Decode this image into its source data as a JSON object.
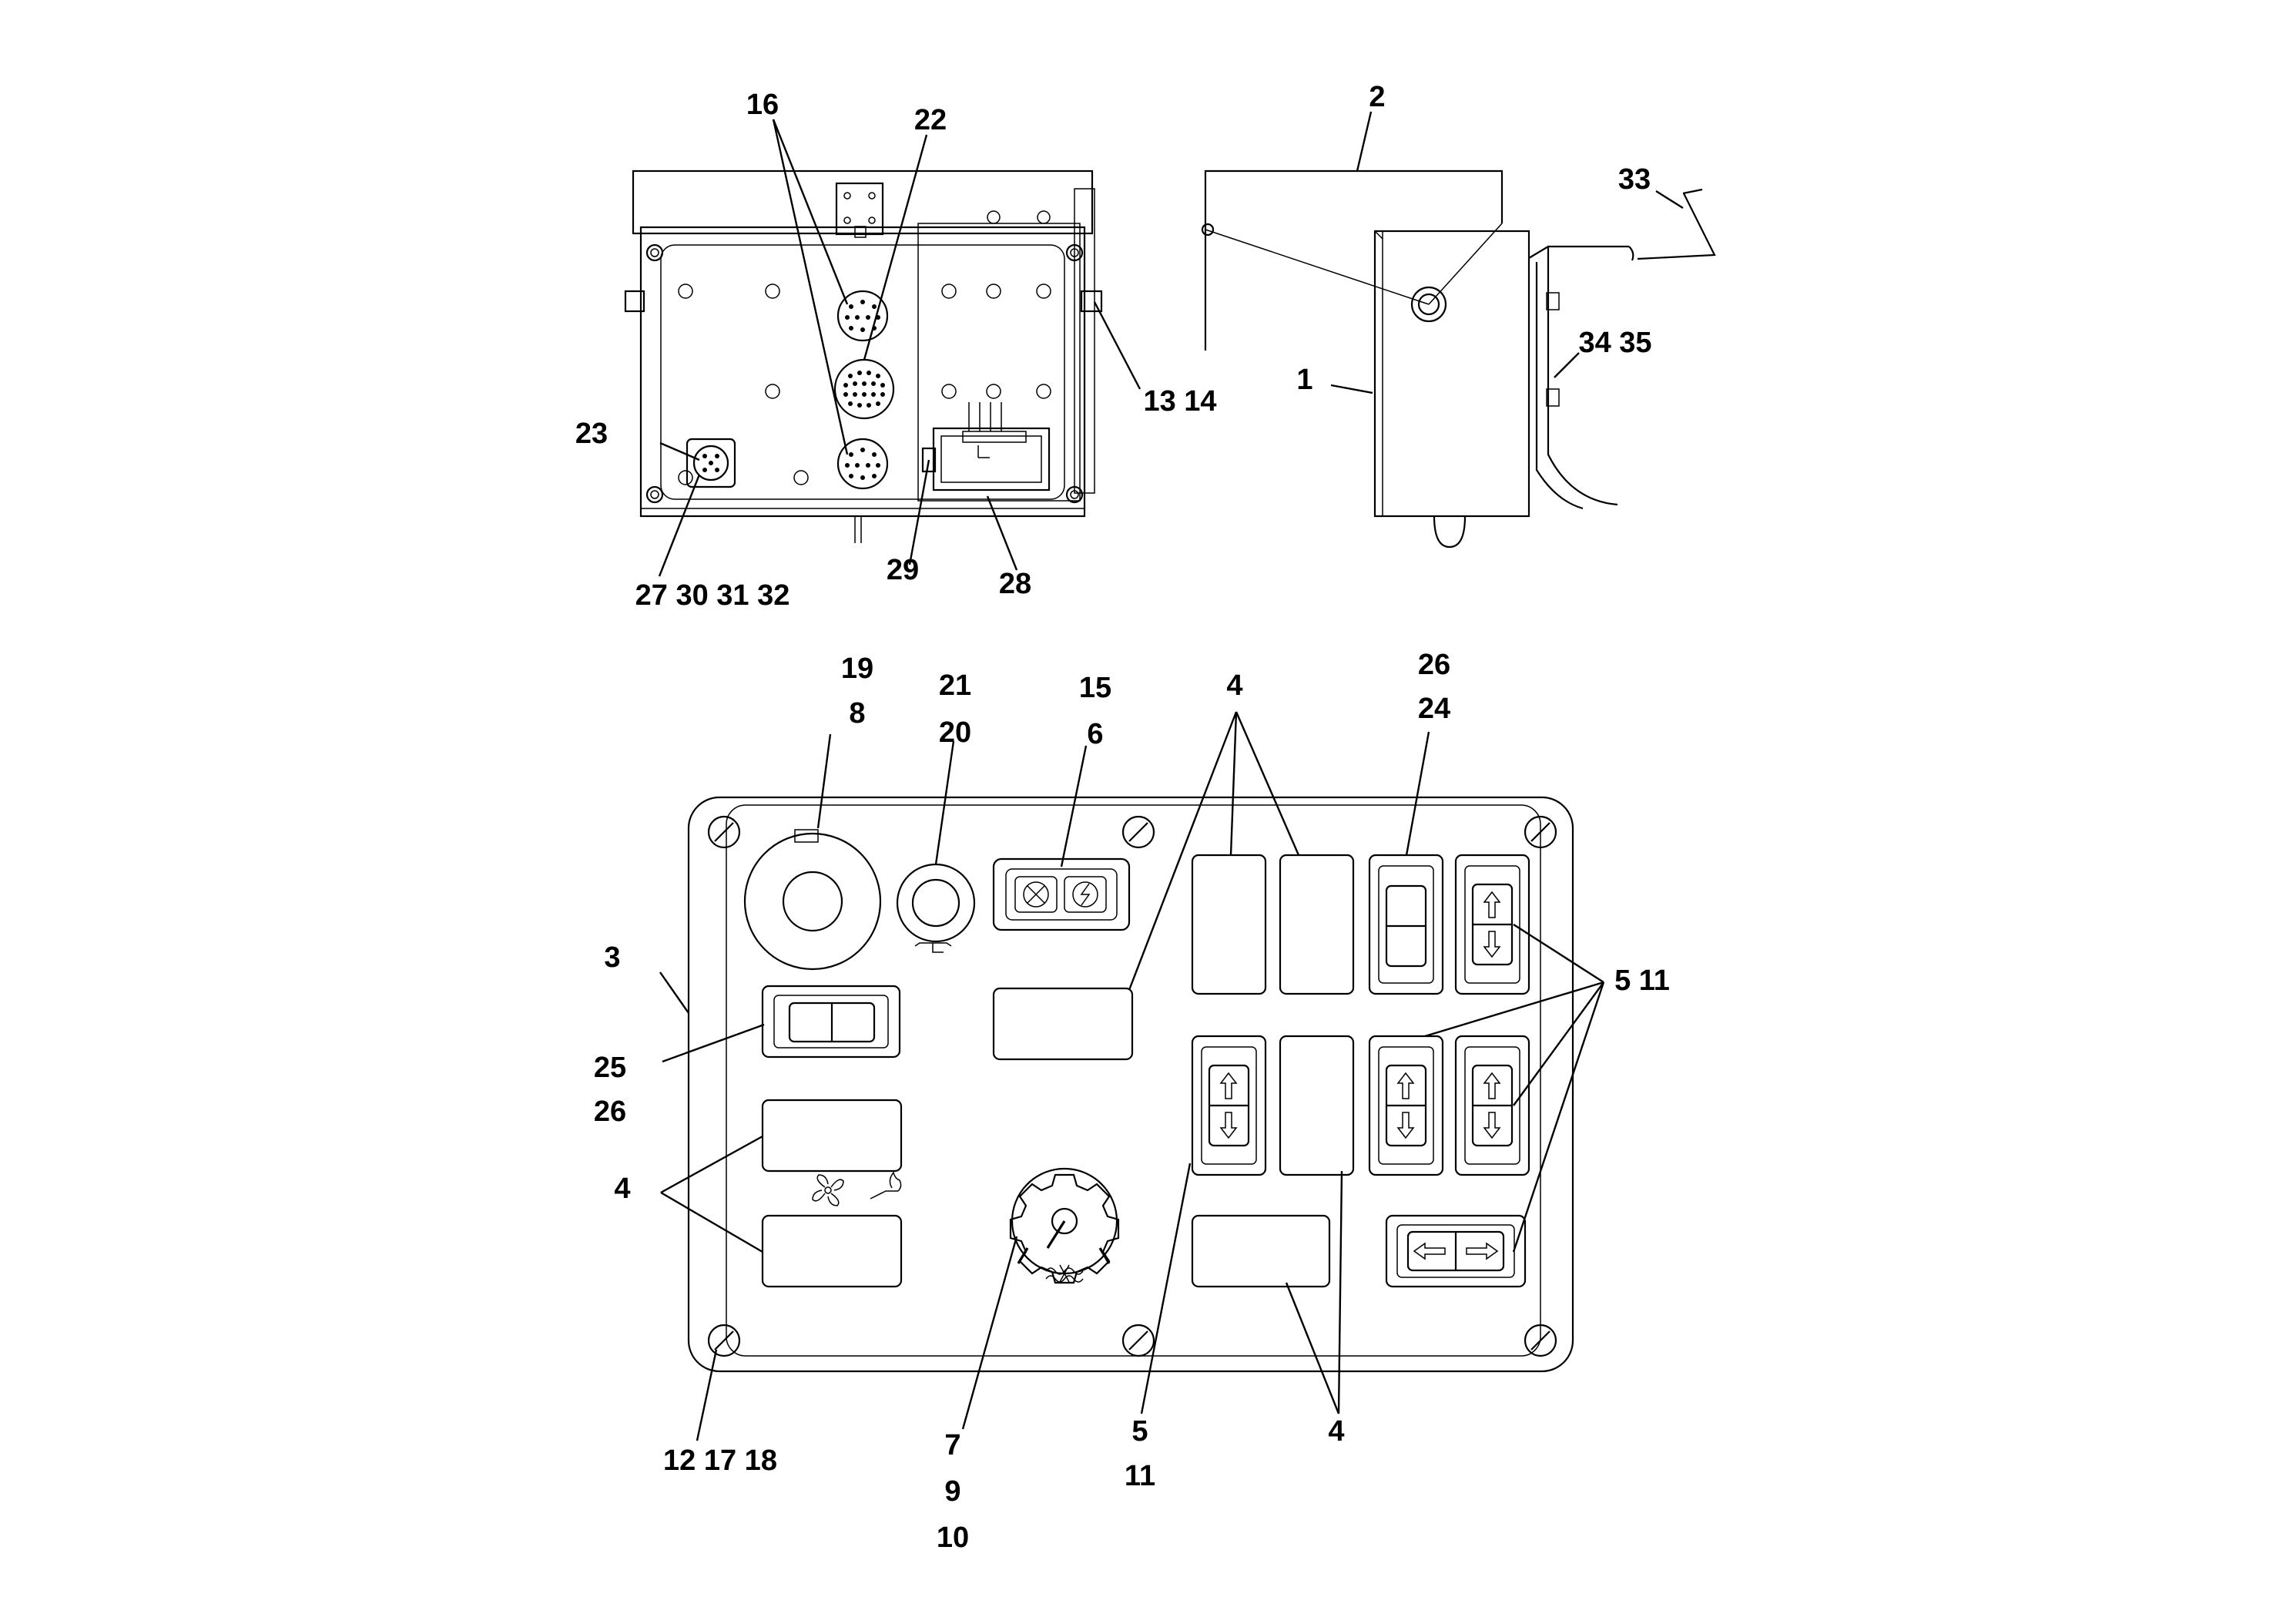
{
  "callouts": {
    "n1": "1",
    "n2": "2",
    "n3": "3",
    "n4a": "4",
    "n4b": "4",
    "n4c": "4",
    "n5_11_right": "5  11",
    "n5_bottom": "5",
    "n11_bottom": "11",
    "n6": "6",
    "n7": "7",
    "n8": "8",
    "n9": "9",
    "n10": "10",
    "n12_17_18": "12 17 18",
    "n13_14": "13 14",
    "n15": "15",
    "n16": "16",
    "n19": "19",
    "n20": "20",
    "n21": "21",
    "n22": "22",
    "n23": "23",
    "n24": "24",
    "n25": "25",
    "n26_left": "26",
    "n26_top": "26",
    "n27_30_31_32": "27 30 31 32",
    "n28": "28",
    "n29": "29",
    "n33": "33",
    "n34_35": "34 35"
  }
}
